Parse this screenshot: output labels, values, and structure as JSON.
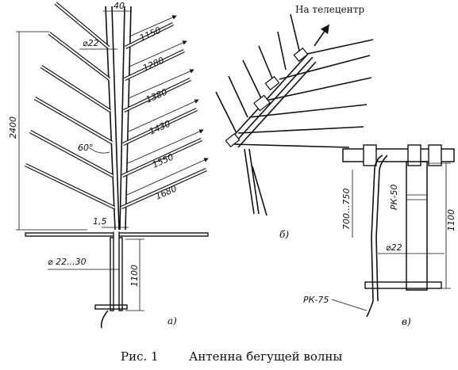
{
  "figure": {
    "caption_number": "Рис. 1",
    "caption_text": "Антенна бегущей волны"
  },
  "view_a": {
    "label": "а)",
    "dim_top_width": "40",
    "dim_diameter": "⌀22",
    "dim_height": "2400",
    "dim_angle": "60°",
    "dim_gap": "1,5",
    "dim_support_diameter": "⌀ 22...30",
    "dim_support_height": "1100",
    "element_lengths": [
      "1150",
      "1280",
      "1380",
      "1430",
      "1550",
      "1680"
    ]
  },
  "view_b": {
    "label": "б)",
    "arrow_label": "На телецентр"
  },
  "view_v": {
    "label": "в)",
    "dim_range": "700...750",
    "cable_1": "РК-50",
    "dim_diameter": "⌀22",
    "dim_height": "1100",
    "cable_2": "РК-75"
  }
}
